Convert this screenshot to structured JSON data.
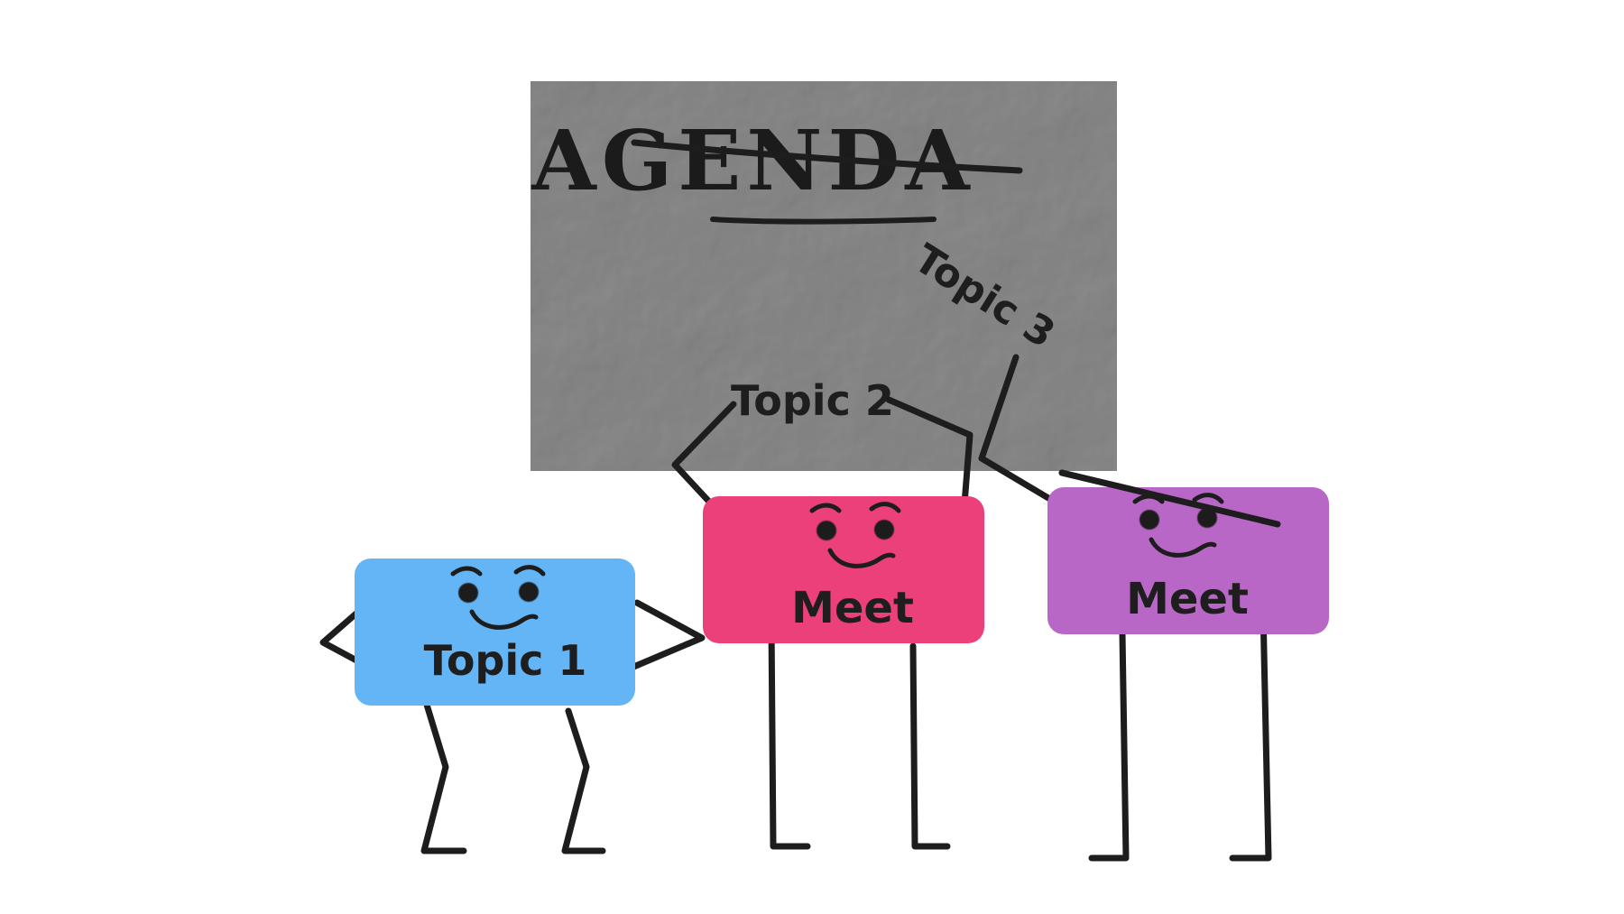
{
  "paper": {
    "heading": "AGENDA",
    "color": "#8f8f8f"
  },
  "labels": {
    "topic_1": "Topic 1",
    "topic_2": "Topic 2",
    "topic_3": "Topic 3",
    "meet_pink": "Meet",
    "meet_purple": "Meet"
  },
  "colors": {
    "blue_card": "#64b5f6",
    "pink_card": "#ec407a",
    "purple_card": "#b967c6",
    "ink": "#1d1d1d"
  }
}
